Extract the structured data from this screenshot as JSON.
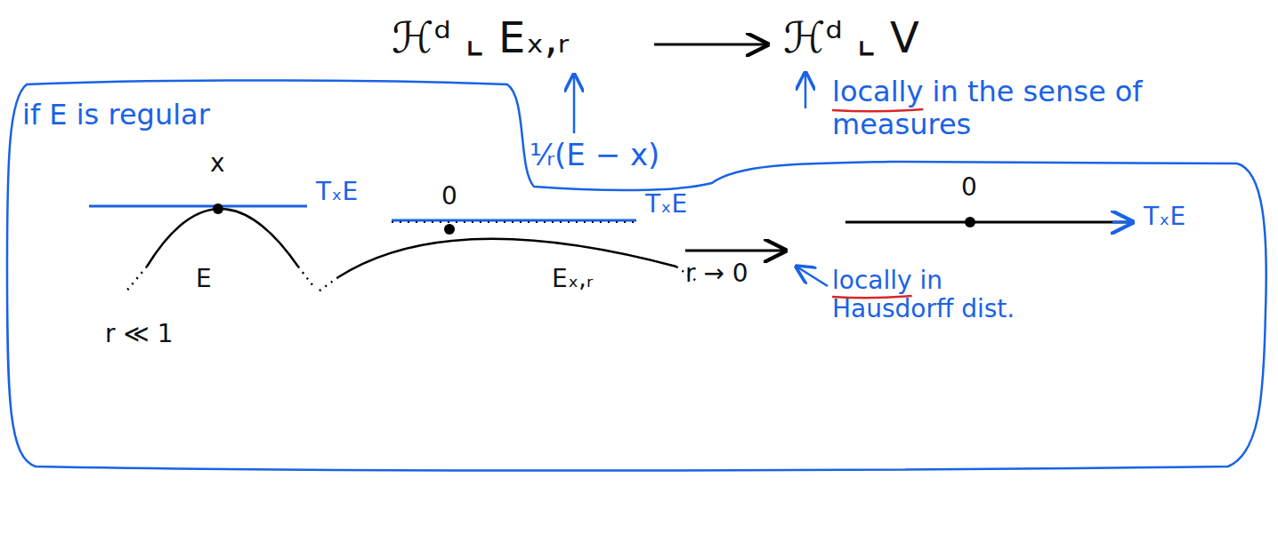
{
  "diagram": {
    "nodes": [
      {
        "text": [
          "if E is regular"
        ]
      }
    ],
    "labels": [
      "ℋᵈ ⌞ Eₓ,ᵣ",
      "ℋᵈ ⌞ V",
      "¹⁄ᵣ(E − x)",
      "locally in the sense of measures",
      "x",
      "TₓE",
      "E",
      "r ≪ 1",
      "0",
      "TₓE",
      "Eₓ,ᵣ",
      "r → 0",
      "locally in Hausdorff dist.",
      "0",
      "TₓE"
    ]
  }
}
